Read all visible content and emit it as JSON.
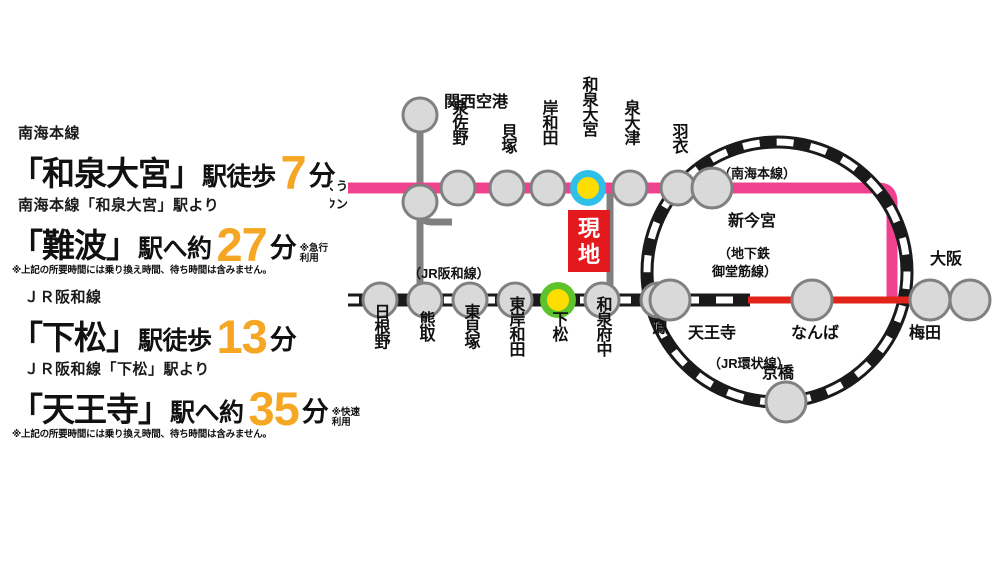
{
  "access": {
    "items": [
      {
        "line": "南海本線",
        "station": "「和泉大宮」",
        "suffix": "駅徒歩",
        "minutes": "7",
        "unit": "分",
        "note": "りんくう\nタウン",
        "note_visible": false
      },
      {
        "line": "南海本線「和泉大宮」駅より",
        "station": "「難波」",
        "suffix": "駅へ約",
        "minutes": "27",
        "unit": "分",
        "note": "※急行\n利用",
        "note_visible": true
      },
      {
        "line": "ＪＲ阪和線",
        "station": "「下松」",
        "suffix": "駅徒歩",
        "minutes": "13",
        "unit": "分",
        "note": "",
        "note_visible": false
      },
      {
        "line": "ＪＲ阪和線「下松」駅より",
        "station": "「天王寺」",
        "suffix": "駅へ約",
        "minutes": "35",
        "unit": "分",
        "note": "※快速\n利用",
        "note_visible": true
      }
    ],
    "footnote_1": "※上記の所要時間には乗り換え時間、待ち時間は含みません。",
    "footnote_2": "※上記の所要時間には乗り換え時間、待ち時間は含みません。"
  },
  "map": {
    "site_badge": "現地",
    "line_labels": {
      "nankai": "（南海本線）",
      "hanwa": "（JR阪和線）",
      "midosuji": "（地下鉄\n御堂筋線）",
      "midosuji_1": "（地下鉄",
      "midosuji_2": "御堂筋線）",
      "loop": "（JR環状線）"
    },
    "rinku_label_1": "りんくう",
    "rinku_label_2": "タウン",
    "nankai_stations": [
      {
        "name": "関西空港",
        "vertical": false
      },
      {
        "name": "泉佐野",
        "vertical": true
      },
      {
        "name": "貝塚",
        "vertical": true
      },
      {
        "name": "岸和田",
        "vertical": true
      },
      {
        "name": "和泉大宮",
        "vertical": true,
        "highlight": "cyan"
      },
      {
        "name": "泉大津",
        "vertical": true
      },
      {
        "name": "羽衣",
        "vertical": true
      }
    ],
    "hanwa_stations": [
      {
        "name": "日根野",
        "vertical": true
      },
      {
        "name": "熊取",
        "vertical": true
      },
      {
        "name": "東貝塚",
        "vertical": true
      },
      {
        "name": "東岸和田",
        "vertical": true
      },
      {
        "name": "下松",
        "vertical": true,
        "highlight": "green"
      },
      {
        "name": "和泉府中",
        "vertical": true
      },
      {
        "name": "鳳",
        "vertical": true
      }
    ],
    "loop_stations": [
      {
        "name": "新今宮"
      },
      {
        "name": "天王寺"
      },
      {
        "name": "なんば"
      },
      {
        "name": "梅田"
      },
      {
        "name": "大阪"
      },
      {
        "name": "京橋"
      }
    ]
  },
  "colors": {
    "accent_orange": "#f5a623",
    "nankai_pink": "#f0418f",
    "midosuji_red": "#e2231a",
    "site_red": "#e3191e",
    "station_fill": "#d9d9d9",
    "station_stroke": "#808080",
    "rail_black": "#1a1a1a",
    "gray_line": "#808080",
    "highlight_cyan": "#2ec0e8",
    "highlight_green": "#5ec22c",
    "highlight_yellow": "#ffdd00"
  }
}
